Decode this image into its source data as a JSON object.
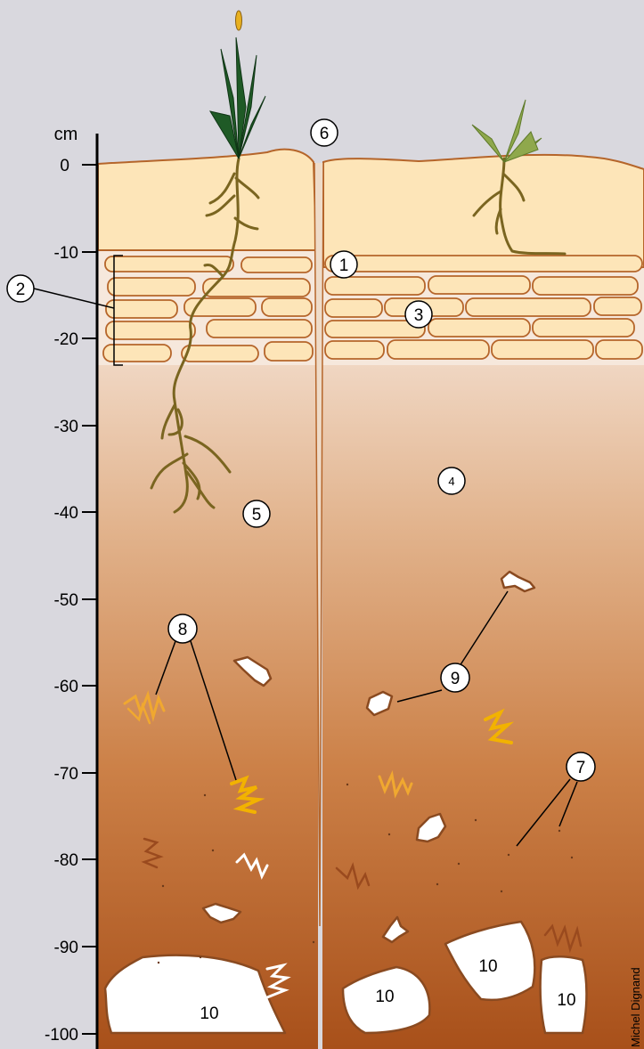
{
  "axis": {
    "unit": "cm",
    "ticks": [
      "0",
      "-10",
      "-20",
      "-30",
      "-40",
      "-50",
      "-60",
      "-70",
      "-80",
      "-90",
      "-100"
    ]
  },
  "labels": {
    "n1": "1",
    "n2": "2",
    "n3": "3",
    "n4": "4",
    "n5": "5",
    "n6": "6",
    "n7": "7",
    "n8": "8",
    "n9": "9",
    "n10": "10"
  },
  "credit": "Michel Dignand",
  "colors": {
    "background": "#d9d8de",
    "topsoil": "#fde5b8",
    "soil_outline": "#b5652a",
    "soil_top": "#f7e7dc",
    "soil_bottom": "#a8501a",
    "root": "#7a6520",
    "wheat_dark": "#1f5a26",
    "grass_light": "#8fa84c",
    "orange_mark": "#f0a830",
    "yellow_mark": "#f2b200",
    "brown_mark": "#9a4a1e"
  }
}
